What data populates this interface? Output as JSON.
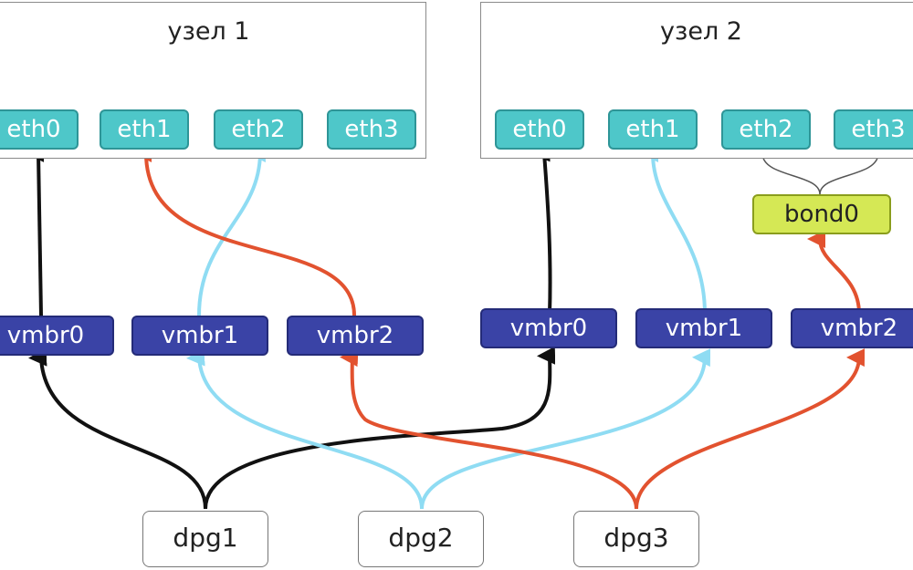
{
  "node1": {
    "title": "узел 1",
    "ports": [
      "eth0",
      "eth1",
      "eth2",
      "eth3"
    ],
    "bridges": [
      "vmbr0",
      "vmbr1",
      "vmbr2"
    ]
  },
  "node2": {
    "title": "узел 2",
    "ports": [
      "eth0",
      "eth1",
      "eth2",
      "eth3"
    ],
    "bond": "bond0",
    "bridges": [
      "vmbr0",
      "vmbr1",
      "vmbr2"
    ]
  },
  "port_groups": [
    "dpg1",
    "dpg2",
    "dpg3"
  ],
  "colors": {
    "dpg1_link": "#111111",
    "dpg2_link": "#8fdcf3",
    "dpg3_link": "#e2522f",
    "port_fill": "#4ec7c9",
    "bridge_fill": "#3a43a6",
    "bond_fill": "#d5e855"
  }
}
